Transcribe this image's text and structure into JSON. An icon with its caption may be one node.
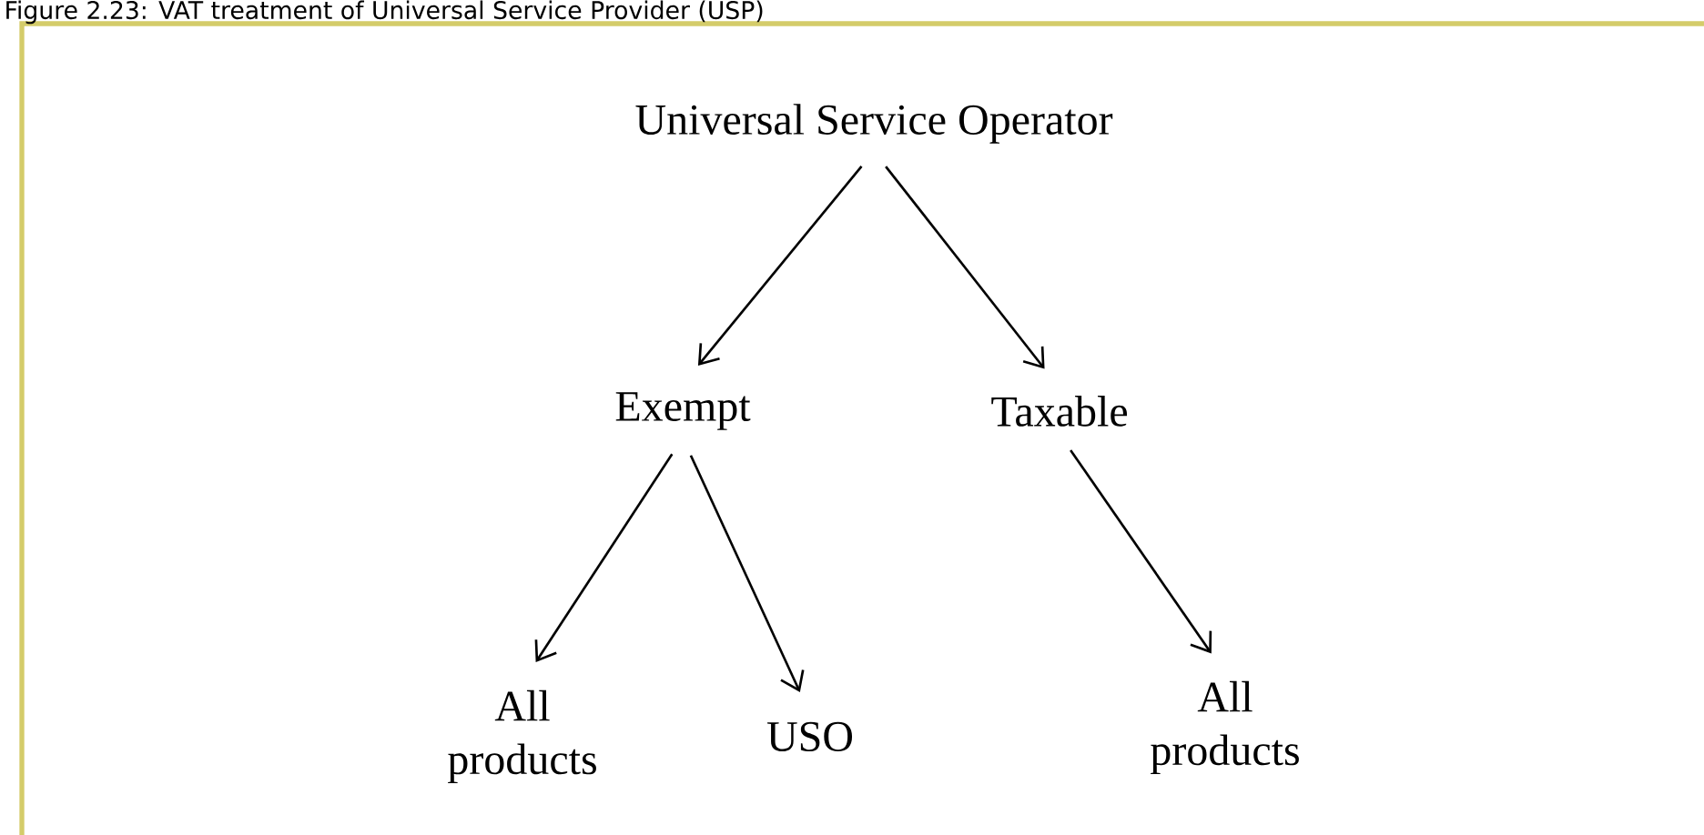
{
  "diagram": {
    "title": "Figure 2.23: VAT treatment of Universal Service Provider (USP)",
    "nodes": [
      {
        "text": [
          "Universal Service Operator"
        ]
      },
      {
        "text": [
          "Exempt"
        ]
      },
      {
        "text": [
          "Taxable"
        ]
      },
      {
        "text": [
          "All products"
        ]
      },
      {
        "text": [
          "USO"
        ]
      },
      {
        "text": [
          "All products"
        ]
      }
    ],
    "edges": [
      {
        "from": 0,
        "to": 1,
        "arrow": "to"
      },
      {
        "from": 0,
        "to": 2,
        "arrow": "to"
      },
      {
        "from": 1,
        "to": 3,
        "arrow": "to"
      },
      {
        "from": 1,
        "to": 4,
        "arrow": "to"
      },
      {
        "from": 2,
        "to": 5,
        "arrow": "to"
      }
    ]
  }
}
